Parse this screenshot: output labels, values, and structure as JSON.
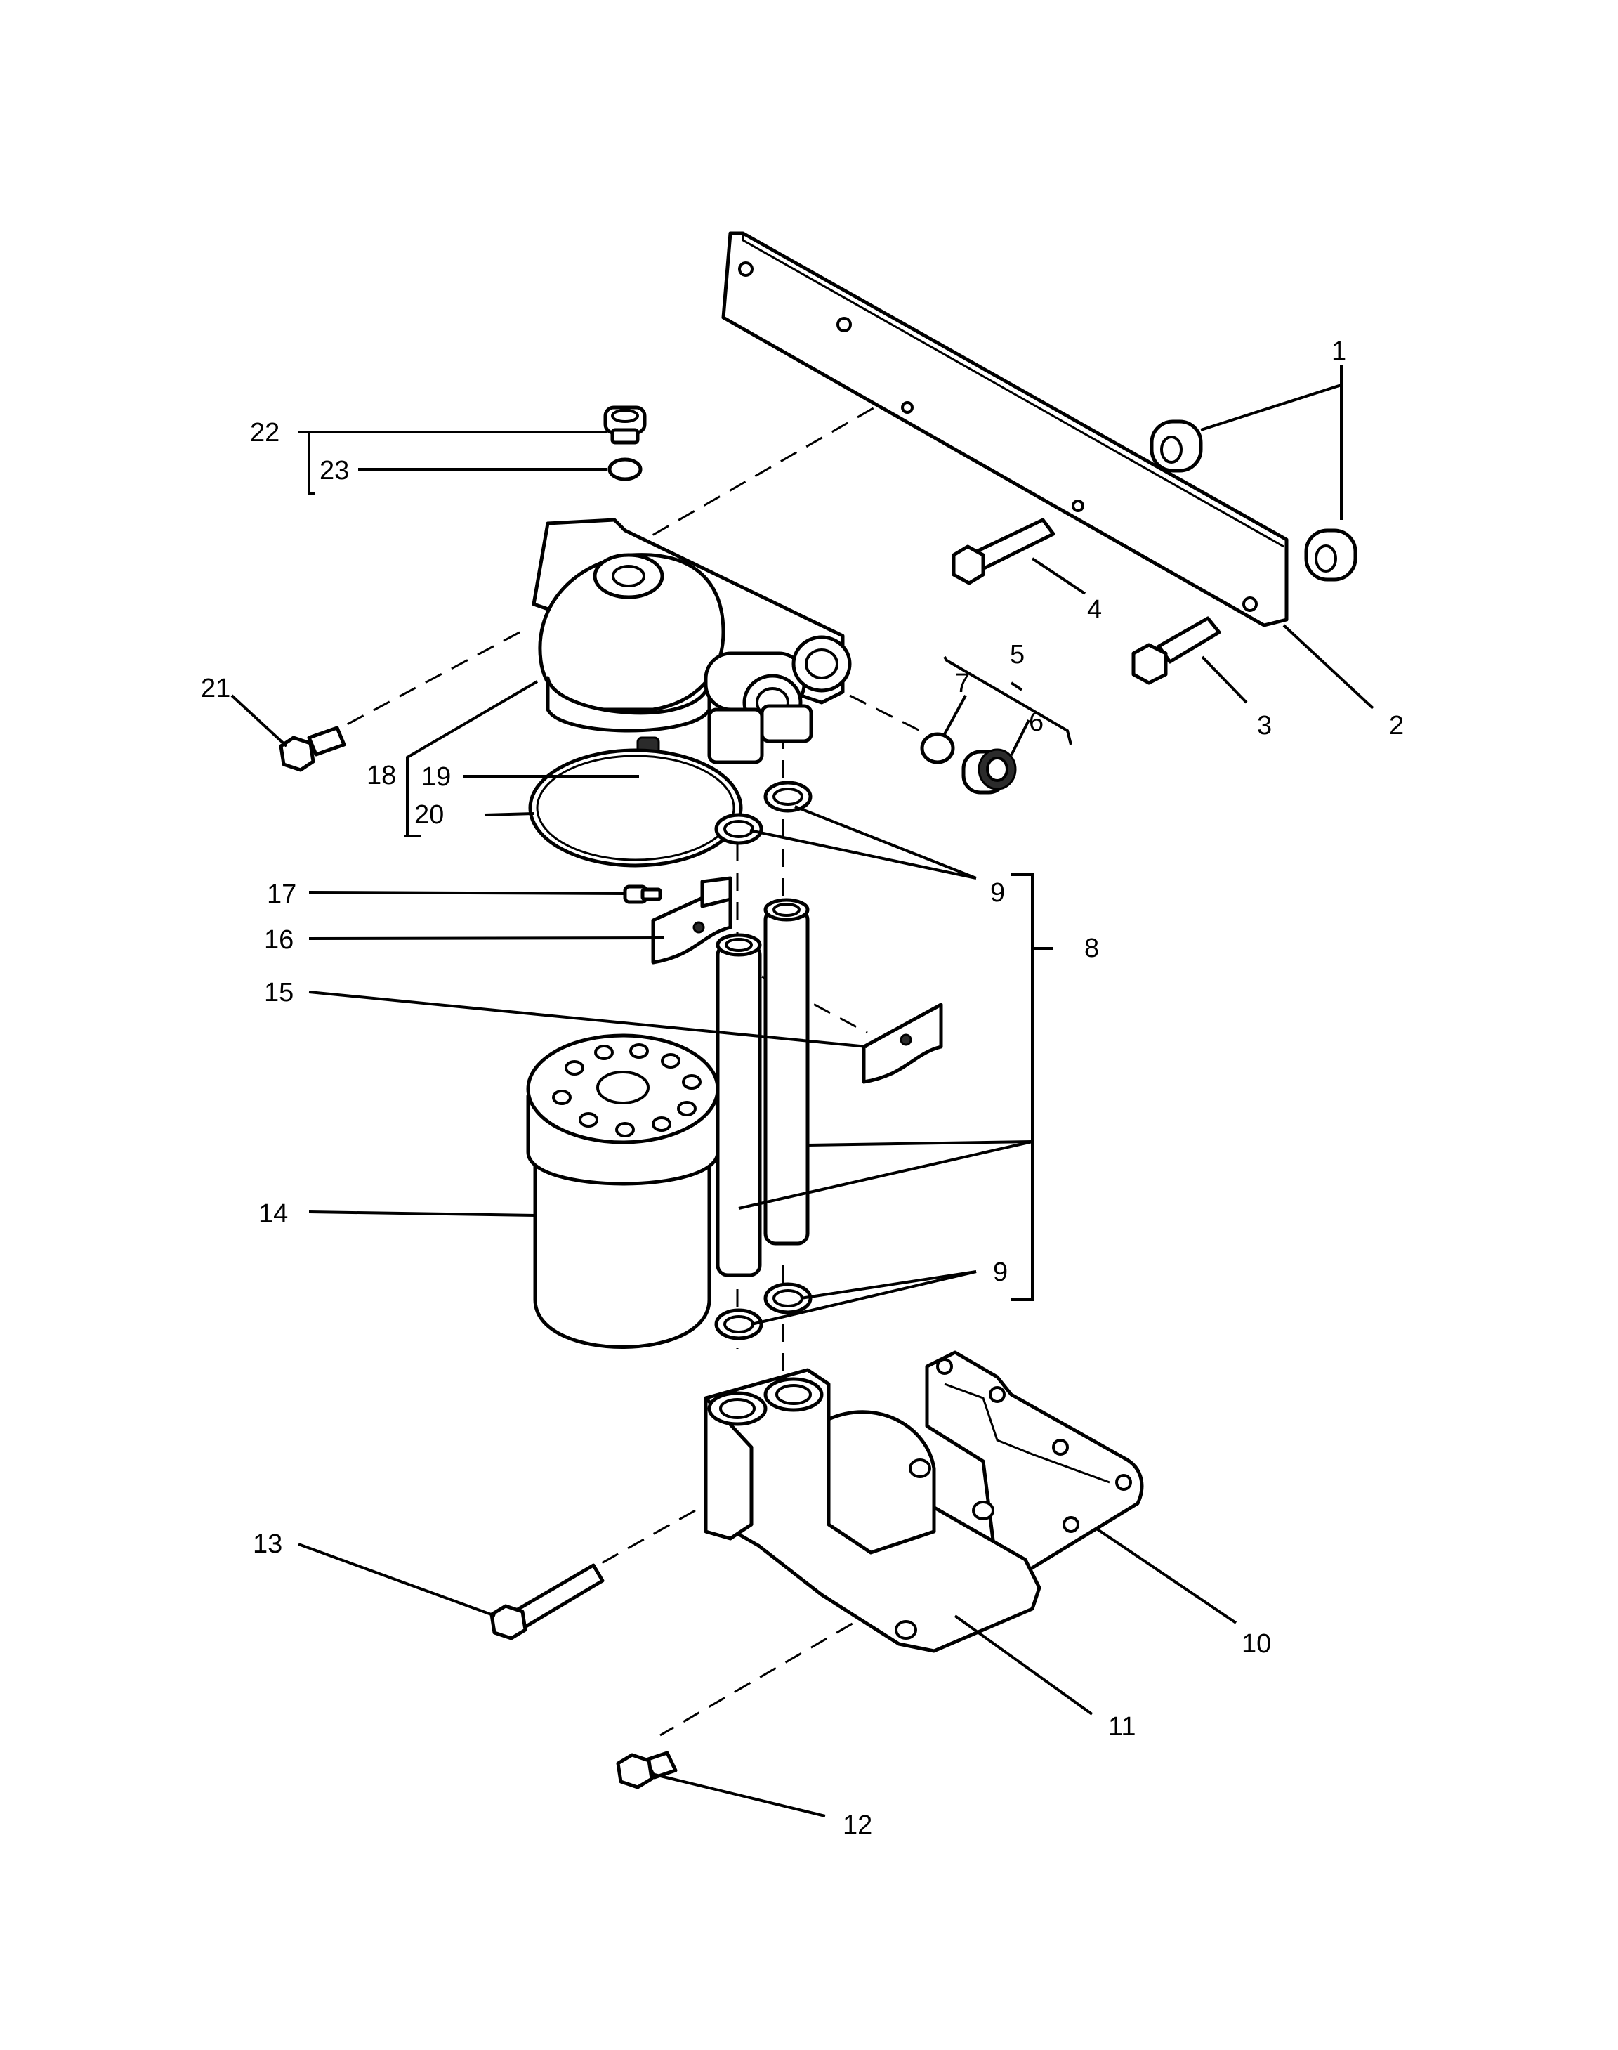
{
  "callouts": [
    "1",
    "2",
    "3",
    "4",
    "5",
    "6",
    "7",
    "8",
    "9",
    "9",
    "10",
    "11",
    "12",
    "13",
    "14",
    "15",
    "16",
    "17",
    "18",
    "19",
    "20",
    "21",
    "22",
    "23"
  ]
}
